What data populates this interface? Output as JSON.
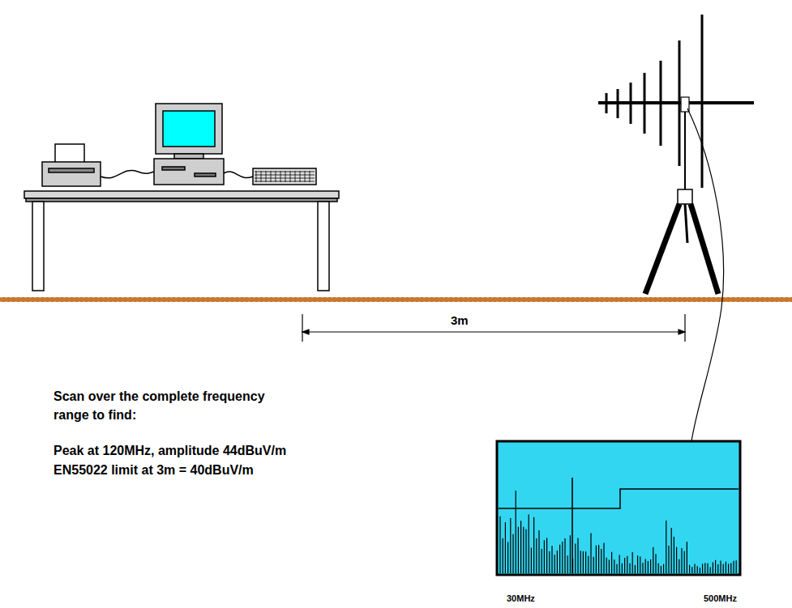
{
  "diagram": {
    "labels": [
      "3m",
      "Scan over the complete frequency range to find:",
      "Peak at 120MHz, amplitude 44dBuV/m",
      "EN55022 limit at 3m = 40dBuV/m",
      "30MHz",
      "500MHz"
    ]
  }
}
